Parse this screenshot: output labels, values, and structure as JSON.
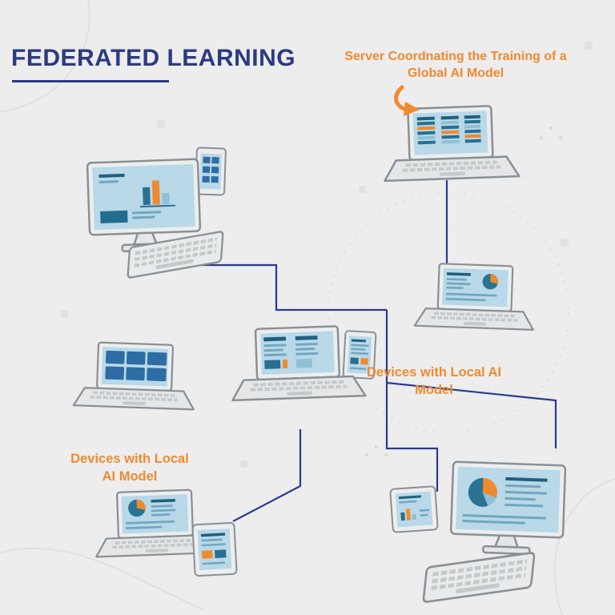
{
  "title": "FEDERATED LEARNING",
  "annotations": {
    "server_label": "Server Coordnating the Training of a Global AI Model",
    "devices_right": "Devices with Local AI Model",
    "devices_left": "Devices with Local AI Model"
  },
  "colors": {
    "navy": "#2B3A8F",
    "title_navy": "#2C3A80",
    "accent_orange": "#F08A2E",
    "screen_blue": "#B9D8E8",
    "content_teal": "#2A6F8F",
    "device_gray": "#ECEEEE",
    "background": "#EDEDEE"
  },
  "icons": {
    "server_device": "server-laptop",
    "left_desktop": "desktop-computer-with-keyboard",
    "right_laptop": "laptop-with-pie-chart",
    "center_laptop": "laptop-with-documents",
    "grid_laptop": "laptop-with-grid-screen",
    "bottom_left_laptop": "laptop-with-pie-document",
    "bottom_right_desktop": "desktop-with-pie-chart",
    "tablets": "tablet-devices",
    "arrow": "curved-arrow-down"
  }
}
